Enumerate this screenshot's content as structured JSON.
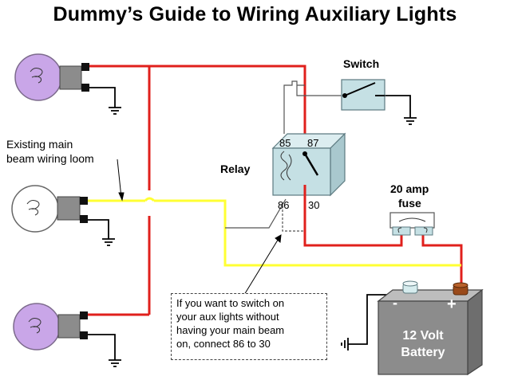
{
  "title": "Dummy’s Guide to Wiring Auxiliary Lights",
  "labels": {
    "switch": "Switch",
    "relay": "Relay",
    "existing_line1": "Existing main",
    "existing_line2": "beam wiring loom",
    "fuse_line1": "20 amp",
    "fuse_line2": "fuse",
    "pin85": "85",
    "pin87": "87",
    "pin86": "86",
    "pin30": "30",
    "battery_line1": "12 Volt",
    "battery_line2": "Battery",
    "battery_minus": "-",
    "battery_plus": "+"
  },
  "note": {
    "line1": "If you want to switch on",
    "line2": "your aux lights without",
    "line3": "having your main beam",
    "line4": "on, connect 86 to 30"
  },
  "colors": {
    "wire_red": "#e0201c",
    "wire_yellow": "#ffff33",
    "ground": "#000000",
    "aux_bulb": "#c9a6e8",
    "main_bulb": "#ffffff",
    "relay_box": "#c5e0e4",
    "battery_box": "#8c8c8c",
    "terminal_plus": "#9a4a1a",
    "terminal_minus": "#d6ecee"
  }
}
